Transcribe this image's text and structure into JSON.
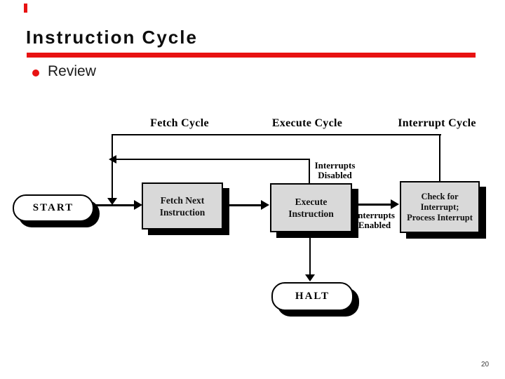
{
  "slide": {
    "title": "Instruction Cycle",
    "bullet_text": "Review",
    "page_number": "20",
    "accent_color": "#e81212"
  },
  "diagram": {
    "column_labels": {
      "fetch_cycle": "Fetch Cycle",
      "execute_cycle": "Execute Cycle",
      "interrupt_cycle": "Interrupt Cycle"
    },
    "nodes": {
      "start": {
        "label": "START"
      },
      "fetch": {
        "line1": "Fetch Next",
        "line2": "Instruction"
      },
      "execute": {
        "line1": "Execute",
        "line2": "Instruction"
      },
      "check": {
        "line1": "Check for",
        "line2": "Interrupt;",
        "line3": "Process Interrupt"
      },
      "halt": {
        "label": "HALT"
      }
    },
    "annotations": {
      "disabled_line1": "Interrupts",
      "disabled_line2": "Disabled",
      "enabled_line1": "Interrupts",
      "enabled_line2": "Enabled"
    },
    "colors": {
      "box_fill": "#d9d9d9",
      "shadow": "#000000",
      "line": "#000000"
    }
  }
}
